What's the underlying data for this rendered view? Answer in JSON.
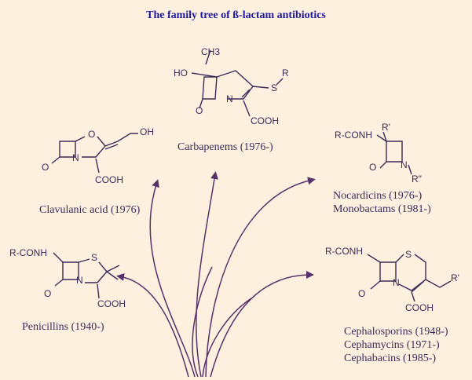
{
  "title": "The family tree of ß-lactam antibiotics",
  "families": {
    "carbapenems": {
      "caption": [
        "Carbapenems (1976-)"
      ],
      "labels": {
        "ch3": "CH3",
        "ho": "HO",
        "r": "R",
        "s": "S",
        "o": "O",
        "n": "N",
        "cooh": "COOH"
      }
    },
    "clavulanic": {
      "caption": [
        "Clavulanic acid (1976)"
      ],
      "labels": {
        "o_ring": "O",
        "oh": "OH",
        "o": "O",
        "n": "N",
        "cooh": "COOH"
      }
    },
    "nocardicins": {
      "caption": [
        "Nocardicins (1976-)",
        "Monobactams (1981-)"
      ],
      "labels": {
        "rconh": "R-CONH",
        "r1": "R'",
        "o": "O",
        "n": "N",
        "r2": "R\""
      }
    },
    "penicillins": {
      "caption": [
        "Penicillins (1940-)"
      ],
      "labels": {
        "rconh": "R-CONH",
        "s": "S",
        "o": "O",
        "n": "N",
        "cooh": "COOH"
      }
    },
    "cephalosporins": {
      "caption": [
        "Cephalosporins (1948-)",
        "Cephamycins (1971-)",
        "Cephabacins (1985-)"
      ],
      "labels": {
        "rconh": "R-CONH",
        "s": "S",
        "o": "O",
        "n": "N",
        "cooh": "COOH",
        "r1": "R'"
      }
    }
  },
  "colors": {
    "background": "#fdf0df",
    "title": "#1d1aa0",
    "text": "#3c2a58",
    "branch": "#57326a"
  }
}
